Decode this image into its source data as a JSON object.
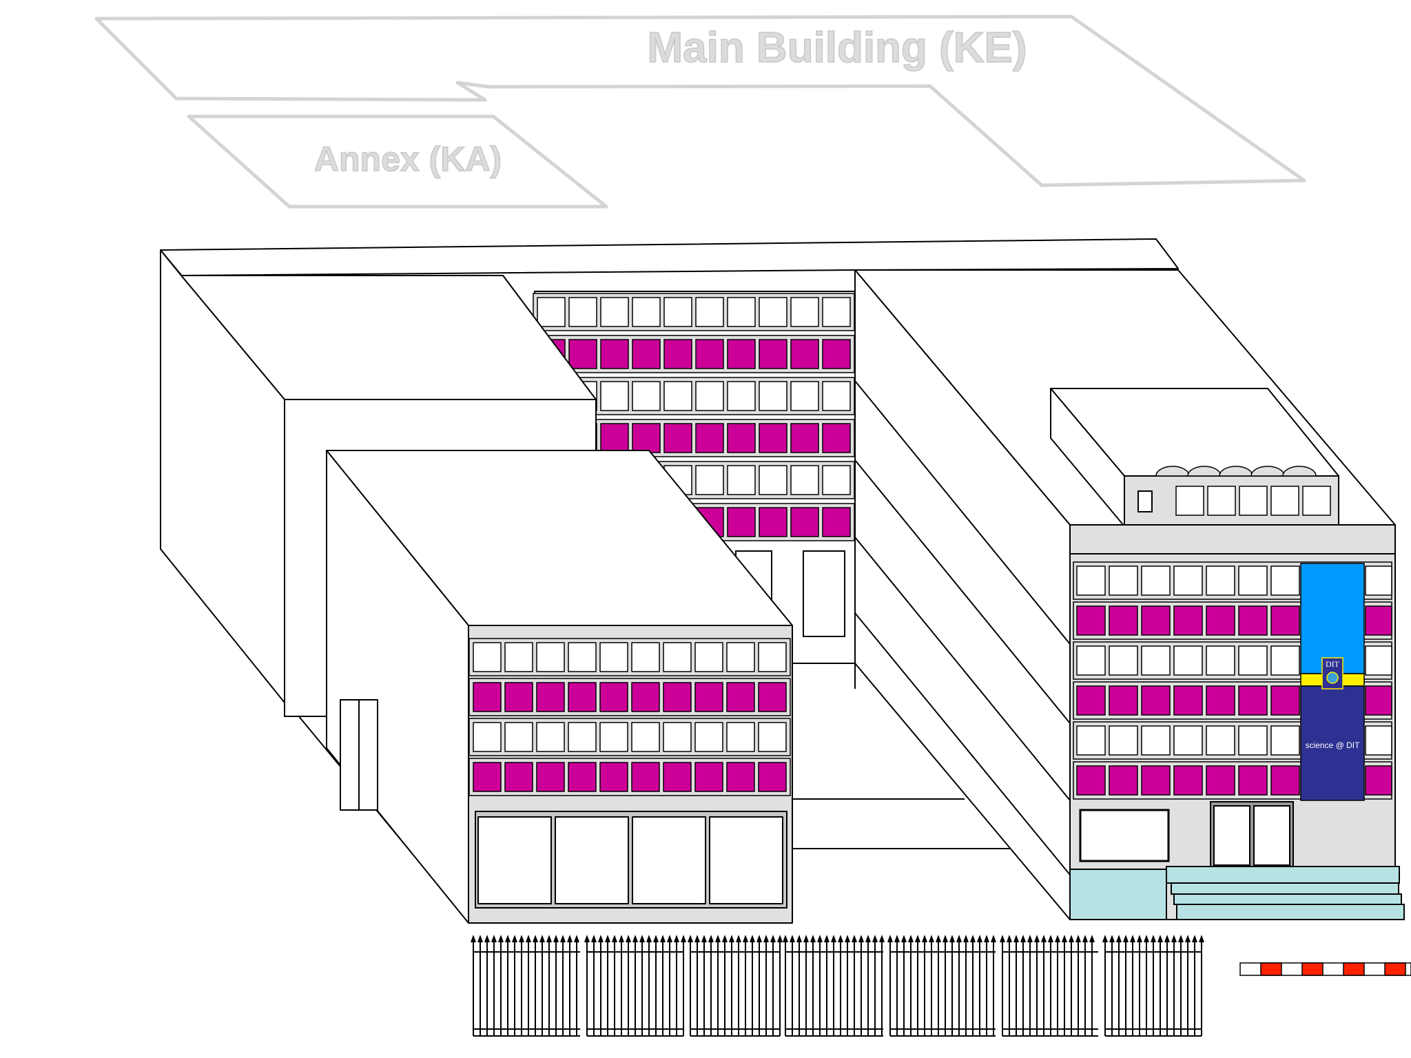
{
  "labels": {
    "main_building": "Main Building (KE)",
    "annex": "Annex (KA)"
  },
  "banner": {
    "logo_text": "DIT",
    "caption": "science @ DIT"
  },
  "colors": {
    "outline": "#000000",
    "label_outline": "#d4d4d4",
    "label_text": "#dcdcdc",
    "window_white": "#ffffff",
    "window_magenta": "#cc0099",
    "facade_grey": "#e0e0e0",
    "banner_light_blue": "#0099ff",
    "banner_yellow": "#ffee00",
    "banner_navy": "#2e3192",
    "plinth_teal": "#b7e2e4",
    "barrier_red": "#ff2200",
    "fence": "#000000"
  }
}
